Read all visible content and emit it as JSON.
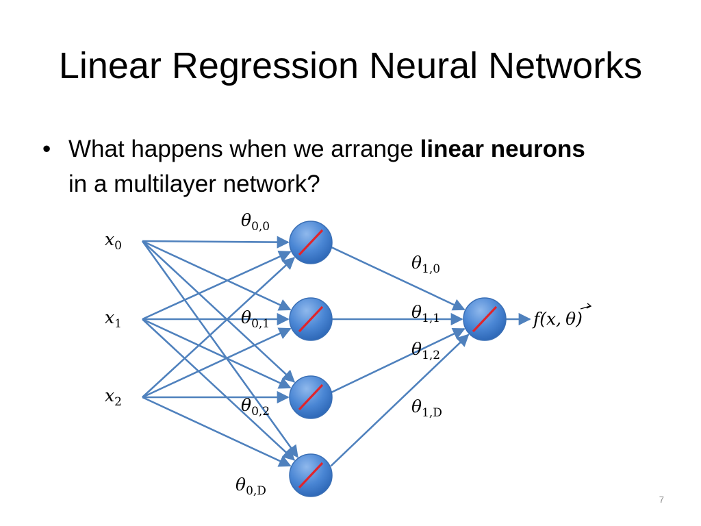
{
  "slide": {
    "title": "Linear Regression Neural Networks",
    "bullet": {
      "before": "What happens when we arrange ",
      "bold": "linear neurons",
      "after": " in a multilayer network?"
    },
    "page_number": "7"
  },
  "diagram": {
    "inputs": [
      {
        "var": "x",
        "sub": "0"
      },
      {
        "var": "x",
        "sub": "1"
      },
      {
        "var": "x",
        "sub": "2"
      }
    ],
    "layer0_weights": [
      {
        "var": "θ",
        "sub": "0,0"
      },
      {
        "var": "θ",
        "sub": "0,1"
      },
      {
        "var": "θ",
        "sub": "0,2"
      },
      {
        "var": "θ",
        "sub": "0,D"
      }
    ],
    "layer1_weights": [
      {
        "var": "θ",
        "sub": "1,0"
      },
      {
        "var": "θ",
        "sub": "1,1"
      },
      {
        "var": "θ",
        "sub": "1,2"
      },
      {
        "var": "θ",
        "sub": "1,D"
      }
    ],
    "output": {
      "text": "f(x,",
      "theta": "θ",
      "close": ")"
    },
    "colors": {
      "node": "#4a86d4",
      "edge": "#4f81bd",
      "activation": "#e0242b"
    }
  }
}
